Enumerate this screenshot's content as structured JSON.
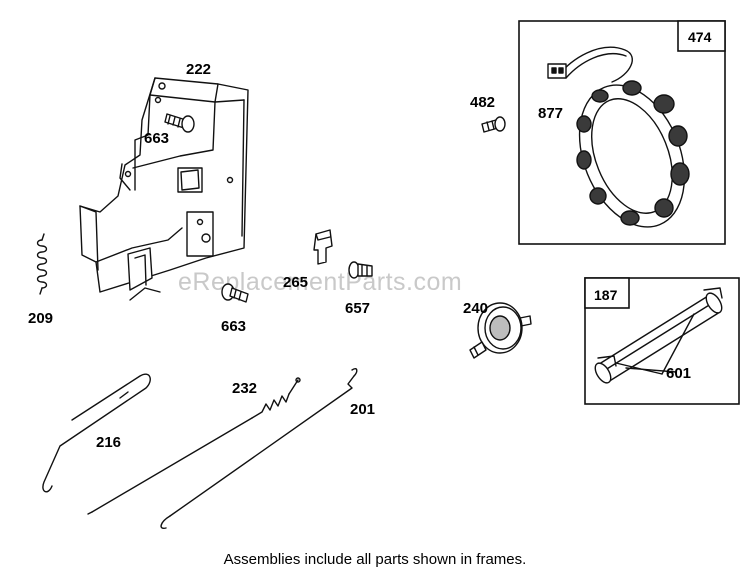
{
  "watermark": "eReplacementParts.com",
  "caption": "Assemblies include all parts shown in frames.",
  "frames": {
    "stator": "474",
    "fuel_line": "187"
  },
  "callouts": {
    "bracket": "222",
    "screw_upper": "663",
    "spring": "209",
    "screw_lower": "663",
    "clip": "265",
    "screw_657": "657",
    "screw_482": "482",
    "stator": "877",
    "filter": "240",
    "link_216": "216",
    "link_232": "232",
    "link_201": "201",
    "fuel_line": "601"
  }
}
